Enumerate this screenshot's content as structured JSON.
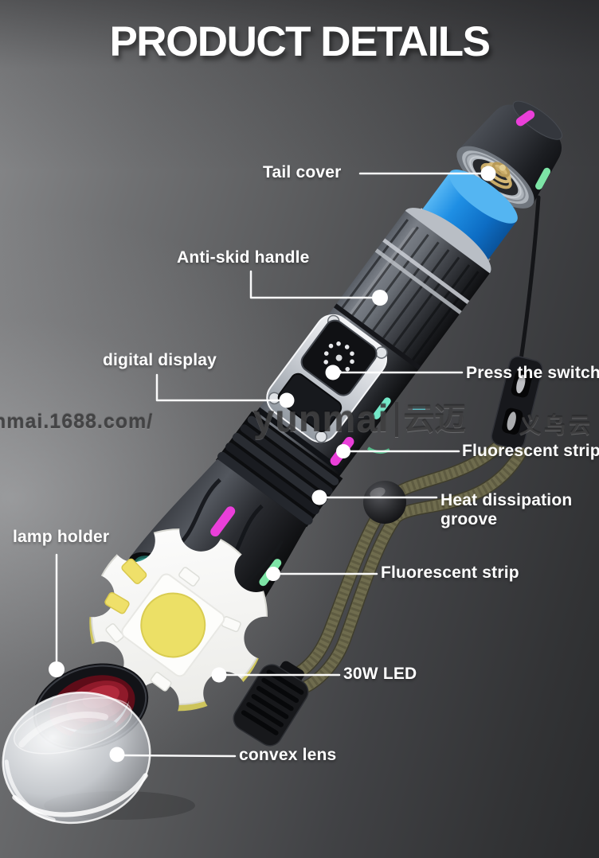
{
  "title": "PRODUCT DETAILS",
  "callouts": {
    "tail_cover": "Tail cover",
    "anti_skid_handle": "Anti-skid handle",
    "digital_display": "digital display",
    "press_the_switch": "Press the switch",
    "fluorescent_strip_top": "Fluorescent strip",
    "heat_dissipation_groove": "Heat dissipation groove",
    "fluorescent_strip_head": "Fluorescent strip",
    "lamp_holder": "lamp holder",
    "led_30w": "30W LED",
    "convex_lens": "convex lens"
  },
  "watermarks": {
    "left_url": "nmai.1688.com/",
    "brand_latin": "yunmai",
    "brand_cn": "云迈",
    "right_cn": "义乌云"
  },
  "colors": {
    "background_dark": "#2a2b2d",
    "background_light": "#9a9a9a",
    "fluorescent_magenta": "#ea3fd9",
    "fluorescent_green": "#7de4a6",
    "battery_blue": "#1f8fe4",
    "pcb_teal": "#2c8f85",
    "led_yellow": "#ece066",
    "reflector_red": "#8f1a2a",
    "strap_olive": "#6f6c4e"
  }
}
